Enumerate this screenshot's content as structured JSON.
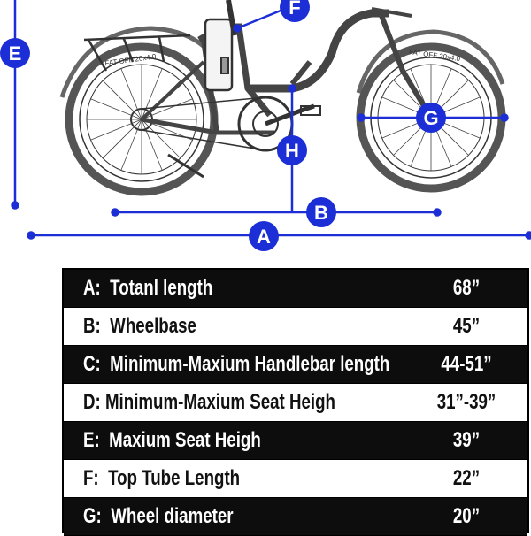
{
  "markers": {
    "A": "A",
    "B": "B",
    "E": "E",
    "F": "F",
    "G": "G",
    "H": "H"
  },
  "tire_text_rear": "FAT OFF 20x4.0",
  "tire_text_front": "FAT OFF 20x4.0",
  "colors": {
    "dimension": "#1c2fd6",
    "row_dark": "#0d0d0d",
    "row_light": "#ffffff",
    "marker_fill": "#1c2fd6",
    "marker_text": "#ffffff"
  },
  "specs": [
    {
      "letter": "A:",
      "name": "Totanl length",
      "value": "68”",
      "style": "dark"
    },
    {
      "letter": "B:",
      "name": "Wheelbase",
      "value": "45”",
      "style": "light"
    },
    {
      "letter": "C:",
      "name": "Minimum-Maxium Handlebar length",
      "value": "44-51”",
      "style": "dark"
    },
    {
      "letter": "D:",
      "name": "Minimum-Maxium Seat Heigh",
      "value": "31”-39”",
      "style": "light"
    },
    {
      "letter": "E:",
      "name": "Maxium Seat Heigh",
      "value": "39”",
      "style": "dark"
    },
    {
      "letter": "F:",
      "name": "Top Tube Length",
      "value": "22”",
      "style": "light"
    },
    {
      "letter": "G:",
      "name": "Wheel diameter",
      "value": "20”",
      "style": "dark"
    }
  ]
}
